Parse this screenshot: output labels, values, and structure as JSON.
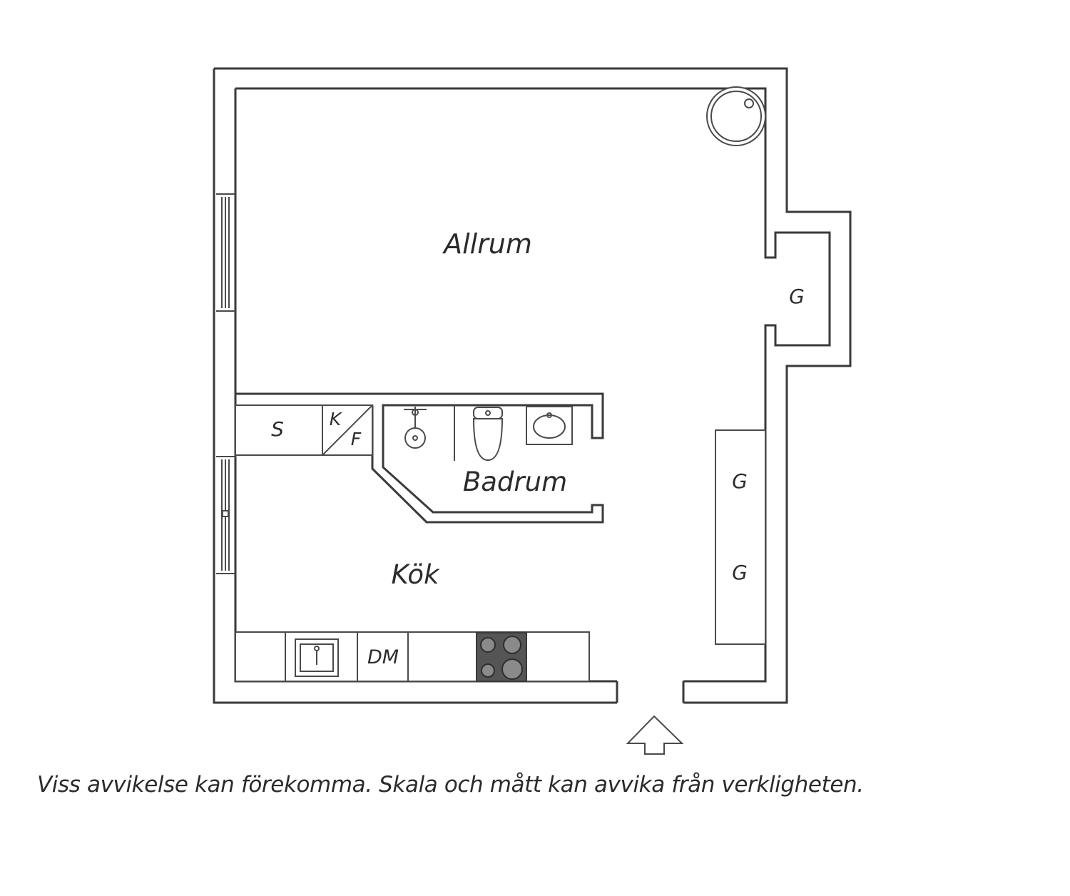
{
  "rooms": {
    "allrum": "Allrum",
    "badrum": "Badrum",
    "kok": "Kök"
  },
  "closets": {
    "hall": "G",
    "wardrobe_upper": "G",
    "wardrobe_lower": "G"
  },
  "kitchen": {
    "storage": "S",
    "fridge_k": "K",
    "fridge_f": "F",
    "dishwasher": "DM"
  },
  "disclaimer": "Viss avvikelse kan förekomma. Skala och mått kan avvika från verkligheten.",
  "icons": [
    "entrance-arrow-icon",
    "sink-icon",
    "stove-icon",
    "toilet-icon",
    "washbasin-icon",
    "shower-icon",
    "round-table-icon"
  ],
  "colors": {
    "line": "#3a3a3a",
    "text": "#2b2b2b",
    "stove": "#555555"
  }
}
